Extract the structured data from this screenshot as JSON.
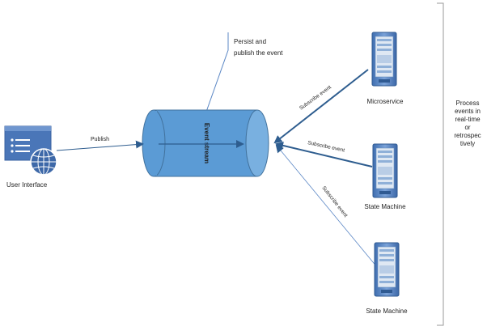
{
  "nodes": {
    "user_interface": "User Interface",
    "event_stream": "Event stream",
    "microservice": "Microservice",
    "state_machine_1": "State Machine",
    "state_machine_2": "State Machine"
  },
  "edges": {
    "publish": "Publish",
    "subscribe_1": "Subscribe event",
    "subscribe_2": "Subscribe event",
    "subscribe_3": "Subscribe event"
  },
  "annotations": {
    "persist_line1": "Persist and",
    "persist_line2": "publish the event",
    "process_lines": [
      "Process",
      "events in",
      "real-time",
      "or",
      "retrospec",
      "tively"
    ]
  },
  "colors": {
    "cylinder": "#5b9bd5",
    "cylinder_stroke": "#41719c",
    "arrow": "#2e5d8f",
    "server_body": "#5b87c5",
    "server_front": "#dfe8f3",
    "ui_window": "#4a76b8"
  },
  "icons": {
    "ui": "browser-globe-icon",
    "server": "server-tower-icon"
  }
}
